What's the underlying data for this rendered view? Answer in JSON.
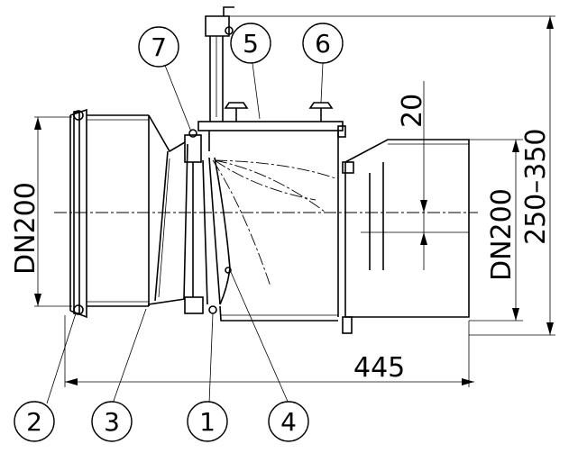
{
  "callouts": [
    "1",
    "2",
    "3",
    "4",
    "5",
    "6",
    "7"
  ],
  "dimensions": {
    "inlet_dn": "DN200",
    "outlet_dn": "DN200",
    "height_range": "250–350",
    "overall_length": "445",
    "offset": "20"
  }
}
